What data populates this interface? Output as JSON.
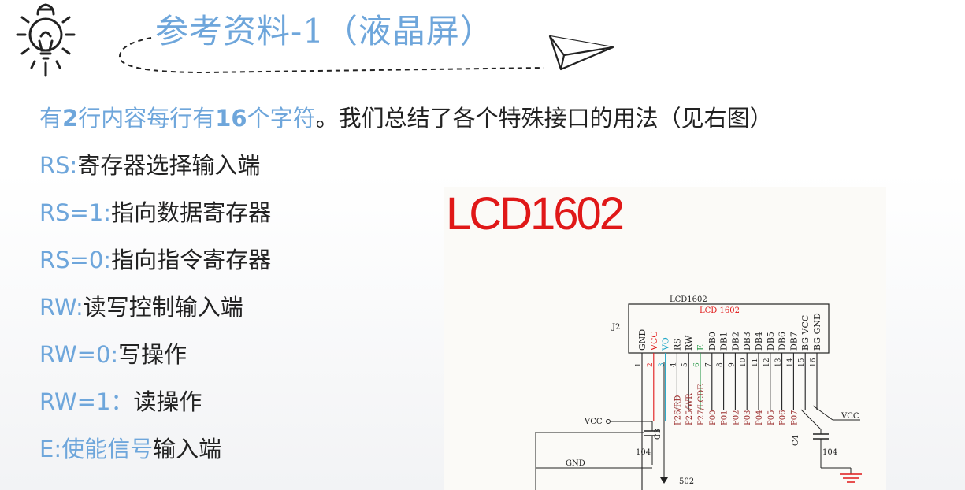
{
  "slide": {
    "title": "参考资料-1（液晶屏）",
    "icons": [
      "lightbulb-icon",
      "paper-plane-icon"
    ],
    "accent_color": "#6ea6db",
    "text_color": "#222222"
  },
  "intro": {
    "highlight_a": "有",
    "num_a": "2",
    "highlight_b": "行内容每行有",
    "num_b": "16",
    "highlight_c": "个字符",
    "rest": "。我们总结了各个特殊接口的用法（见右图）"
  },
  "lines": [
    {
      "key": "RS:",
      "val": "寄存器选择输入端"
    },
    {
      "key": "RS=1:",
      "val": "指向数据寄存器"
    },
    {
      "key": "RS=0:",
      "val": "指向指令寄存器"
    },
    {
      "key": "RW:",
      "val": "读写控制输入端"
    },
    {
      "key": "RW=0:",
      "val": "写操作"
    },
    {
      "key": "RW=1：",
      "val": "读操作"
    },
    {
      "key": "E:使能信号",
      "val": "输入端"
    }
  ],
  "figure": {
    "title": "LCD1602",
    "chip_name": "LCD1602",
    "chip_label": "LCD  1602",
    "designator": "J2",
    "pins": [
      {
        "num": "1",
        "name": "GND"
      },
      {
        "num": "2",
        "name": "VCC"
      },
      {
        "num": "3",
        "name": "VO"
      },
      {
        "num": "4",
        "name": "RS"
      },
      {
        "num": "5",
        "name": "RW"
      },
      {
        "num": "6",
        "name": "E"
      },
      {
        "num": "7",
        "name": "DB0"
      },
      {
        "num": "8",
        "name": "DB1"
      },
      {
        "num": "9",
        "name": "DB2"
      },
      {
        "num": "10",
        "name": "DB3"
      },
      {
        "num": "11",
        "name": "DB4"
      },
      {
        "num": "12",
        "name": "DB5"
      },
      {
        "num": "13",
        "name": "DB6"
      },
      {
        "num": "14",
        "name": "DB7"
      },
      {
        "num": "15",
        "name": "BG VCC"
      },
      {
        "num": "16",
        "name": "BG GND"
      }
    ],
    "nets": [
      "P26/RD",
      "P25/WR",
      "P27/LCDE",
      "P00",
      "P01",
      "P02",
      "P03",
      "P04",
      "P05",
      "P06",
      "P07"
    ],
    "labels": {
      "vcc_left": "VCC",
      "vcc_right": "VCC",
      "gnd": "GND",
      "c3": "C3",
      "c3_value": "104",
      "c4": "C4",
      "c4_value": "104",
      "pot": "502"
    },
    "colors": {
      "red": "#e01818",
      "cyan": "#22a8c8",
      "green": "#2a9a4a",
      "ink": "#222222",
      "chip_title": "#9a2a2a"
    }
  }
}
